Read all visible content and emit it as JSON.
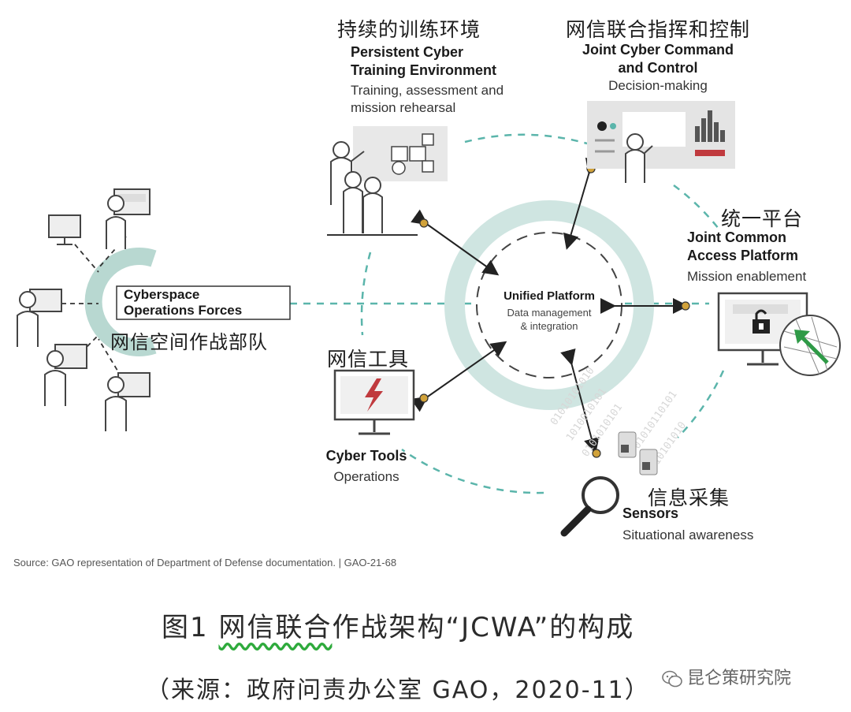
{
  "nodes": {
    "training": {
      "cn": "持续的训练环境",
      "title": "Persistent Cyber\nTraining Environment",
      "desc": "Training, assessment and\nmission rehearsal"
    },
    "command": {
      "cn": "网信联合指挥和控制",
      "title": "Joint Cyber Command\nand Control",
      "desc": "Decision-making"
    },
    "jcap": {
      "cn": "统一平台",
      "title": "Joint Common\nAccess Platform",
      "desc": "Mission enablement"
    },
    "forces": {
      "title": "Cyberspace\nOperations Forces",
      "cn": "网信空间作战部队"
    },
    "center": {
      "title": "Unified Platform",
      "desc": "Data management\n& integration"
    },
    "tools": {
      "cn": "网信工具",
      "title": "Cyber Tools",
      "desc": "Operations"
    },
    "sensors": {
      "cn": "信息采集",
      "title": "Sensors",
      "desc": "Situational awareness"
    }
  },
  "binary_text": [
    "01010101010",
    "1010010101",
    "0101010101",
    "01010110101",
    "10101010"
  ],
  "source": "Source: GAO representation of Department of Defense documentation.  |  GAO-21-68",
  "caption": {
    "figure": "图1",
    "underlined": "网信联合",
    "rest": "作战架构“JCWA”的构成",
    "sub": "（来源：政府问责办公室  GAO，2020-11）"
  },
  "watermark": "昆仑策研究院",
  "colors": {
    "teal_ring": "#cfe5e1",
    "teal_dash": "#5bb5ab",
    "gold_dot": "#d1a23a",
    "red_accent": "#c03a3e",
    "green_arrow": "#2f9a47"
  }
}
